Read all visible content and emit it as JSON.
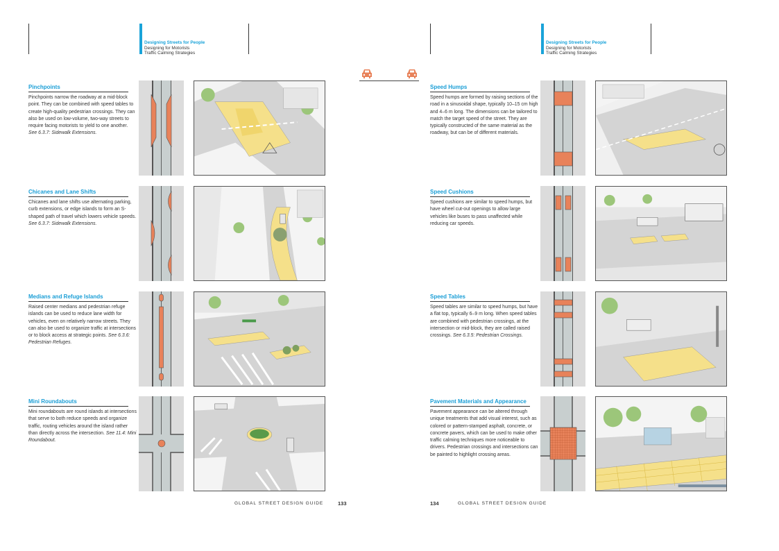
{
  "running_head": {
    "section": "Designing Streets for People",
    "chapter": "Designing for Motorists",
    "topic": "Traffic Calming Strategies"
  },
  "footer": {
    "book_title": "GLOBAL STREET DESIGN GUIDE",
    "left_page_number": "133",
    "right_page_number": "134"
  },
  "icons": [
    "car-icon",
    "car-icon"
  ],
  "colors": {
    "accent_blue": "#1aa3d9",
    "accent_orange": "#e8825a",
    "highlight_yellow": "#f5e08a"
  },
  "left_sections": [
    {
      "title": "Pinchpoints",
      "body": "Pinchpoints narrow the roadway at a mid-block point. They can be combined with speed tables to create high-quality pedestrian crossings. They can also be used on low-volume, two-way streets to require facing motorists to yield to one another.",
      "ref": "See 6.3.7: Sidewalk Extensions."
    },
    {
      "title": "Chicanes and Lane Shifts",
      "body": "Chicanes and lane shifts use alternating parking, curb extensions, or edge islands to form an S-shaped path of travel which lowers vehicle speeds.",
      "ref": "See 6.3.7: Sidewalk Extensions."
    },
    {
      "title": "Medians and Refuge Islands",
      "body": "Raised center medians and pedestrian refuge islands can be used to reduce lane width for vehicles, even on relatively narrow streets. They can also be used to organize traffic at intersections or to block access at strategic points.",
      "ref": "See 6.3.6: Pedestrian Refuges."
    },
    {
      "title": "Mini Roundabouts",
      "body": "Mini roundabouts are round islands at intersections that serve to both reduce speeds and organize traffic, routing vehicles around the island rather than directly across the intersection.",
      "ref": "See 11.4: Mini Roundabout."
    }
  ],
  "right_sections": [
    {
      "title": "Speed Humps",
      "body": "Speed humps are formed by raising sections of the road in a sinusoidal shape, typically 10–15 cm high and 4–6 m long. The dimensions can be tailored to match the target speed of the street. They are typically constructed of the same material as the roadway, but can be of different materials.",
      "ref": ""
    },
    {
      "title": "Speed Cushions",
      "body": "Speed cushions are similar to speed humps, but have wheel cut-out openings to allow large vehicles like buses to pass unaffected while reducing car speeds.",
      "ref": ""
    },
    {
      "title": "Speed Tables",
      "body": "Speed tables are similar to speed humps, but have a flat top, typically 6–9 m long. When speed tables are combined with pedestrian crossings, at the intersection or mid-block, they are called raised crossings.",
      "ref": "See 6.3.5: Pedestrian Crossings."
    },
    {
      "title": "Pavement Materials and Appearance",
      "body": "Pavement appearance can be altered through unique treatments that add visual interest, such as colored or pattern-stamped asphalt, concrete, or concrete pavers, which can be used to make other traffic calming techniques more noticeable to drivers. Pedestrian crossings and intersections can be painted to highlight crossing areas.",
      "ref": ""
    }
  ]
}
